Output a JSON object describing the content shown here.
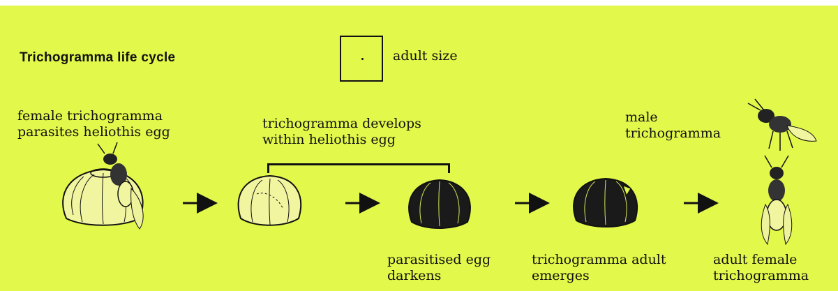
{
  "title": "Trichogramma life cycle",
  "scale_label": "adult size",
  "stages": {
    "female_parasites": "female trichogramma\nparasites heliothis egg",
    "develops_within": "trichogramma develops\nwithin heliothis egg",
    "egg_darkens": "parasitised egg\ndarkens",
    "adult_emerges": "trichogramma adult\nemerges",
    "male": "male\ntrichogramma",
    "adult_female": "adult female\ntrichogramma"
  },
  "colors": {
    "background": "#e2f84a",
    "ink": "#111111",
    "egg_light": "#f2f5a0"
  }
}
